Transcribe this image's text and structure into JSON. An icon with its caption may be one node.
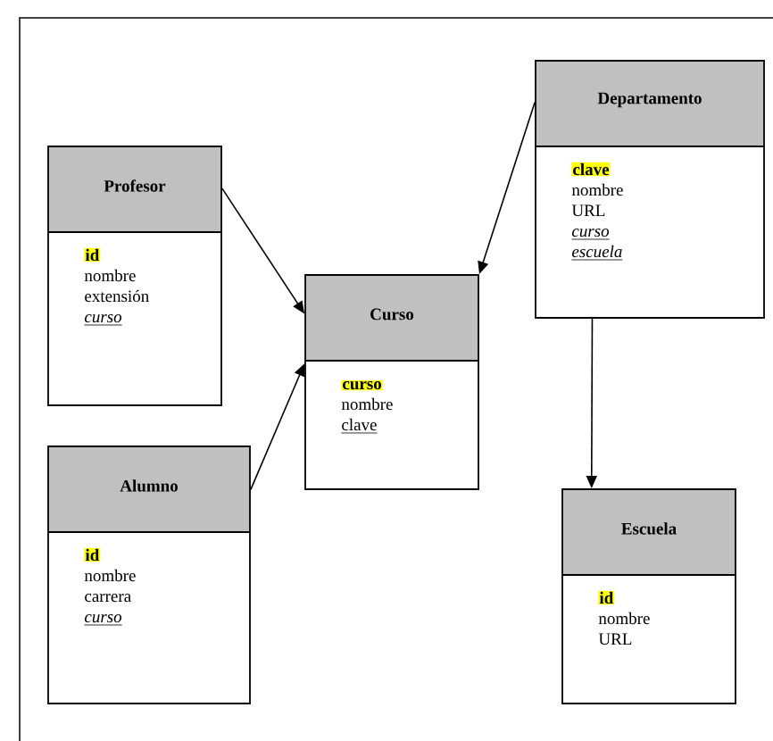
{
  "diagram": {
    "nodes": [
      {
        "text": [
          "Profesor",
          "id",
          "nombre",
          "extensión",
          "curso"
        ]
      },
      {
        "text": [
          "Curso",
          "curso",
          "nombre",
          "clave"
        ]
      },
      {
        "text": [
          "Departamento",
          "clave",
          "nombre",
          "URL",
          "curso",
          "escuela"
        ]
      },
      {
        "text": [
          "Alumno",
          "id",
          "nombre",
          "carrera",
          "curso"
        ]
      },
      {
        "text": [
          "Escuela",
          "id",
          "nombre",
          "URL"
        ]
      }
    ],
    "edges": [
      {
        "from": 0,
        "to": 1,
        "arrow": "to"
      },
      {
        "from": 3,
        "to": 1,
        "arrow": "to"
      },
      {
        "from": 2,
        "to": 1,
        "arrow": "to"
      },
      {
        "from": 2,
        "to": 4,
        "arrow": "to"
      }
    ]
  }
}
